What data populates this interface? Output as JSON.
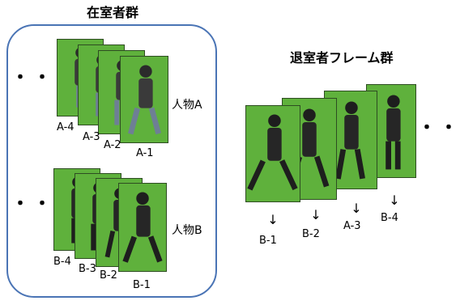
{
  "left_group": {
    "title": "在室者群",
    "person_a": {
      "name": "人物A",
      "frame_labels": [
        "A-4",
        "A-3",
        "A-2",
        "A-1"
      ],
      "ellipsis": "・・・"
    },
    "person_b": {
      "name": "人物B",
      "frame_labels": [
        "B-4",
        "B-3",
        "B-2",
        "B-1"
      ],
      "ellipsis": "・・・"
    }
  },
  "right_group": {
    "title": "退室者フレーム群",
    "frame_labels": [
      "B-1",
      "B-2",
      "A-3",
      "B-4"
    ],
    "arrow": "↓",
    "ellipsis": "・・・"
  },
  "colors": {
    "frame_green": "#5fb13c",
    "group_border": "#4a74b5"
  }
}
